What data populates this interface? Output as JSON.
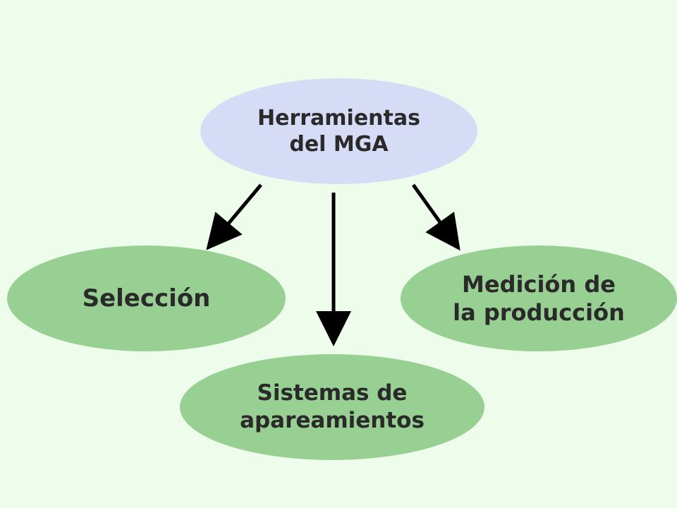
{
  "root": {
    "label": "Herramientas\ndel MGA"
  },
  "children": [
    {
      "id": "seleccion",
      "label": "Selección"
    },
    {
      "id": "sistemas",
      "label": "Sistemas de\napareamientos"
    },
    {
      "id": "medicion",
      "label": "Medición de\nla producción"
    }
  ],
  "colors": {
    "background": "#EEFCEB",
    "root_fill": "#D6DCF6",
    "child_fill": "#98CF92",
    "text": "#2A2A2A",
    "arrow": "#000000"
  }
}
